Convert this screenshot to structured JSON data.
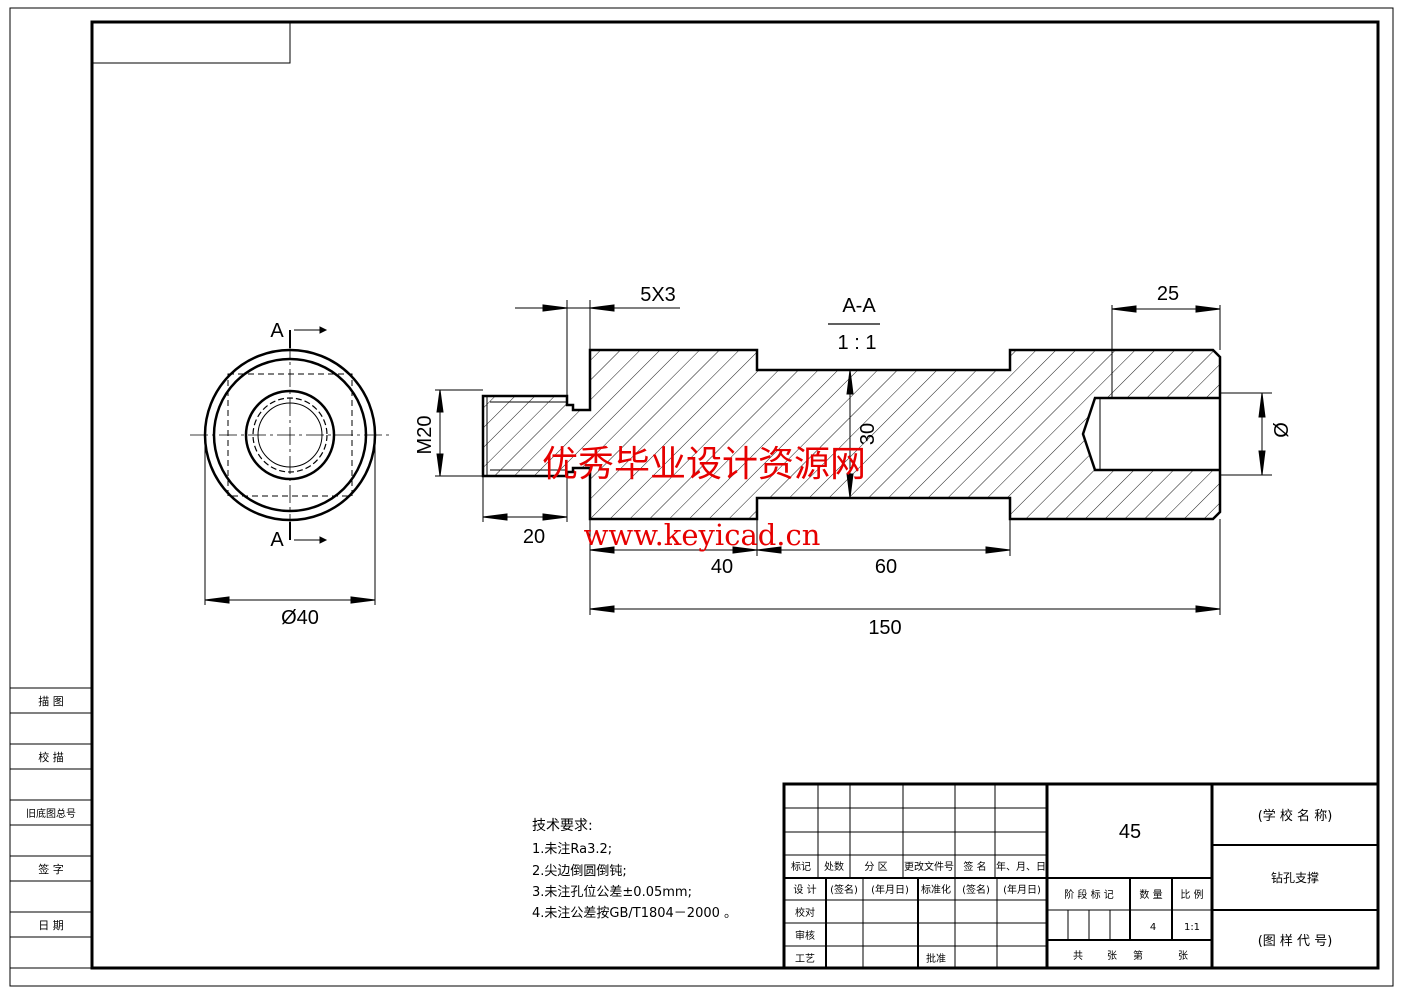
{
  "drawing": {
    "dims": {
      "groove": "5X3",
      "section_title": "A-A",
      "section_scale": "1 : 1",
      "thread": "M20",
      "thread_len": "20",
      "dia30": "30",
      "len40": "40",
      "len60": "60",
      "total": "150",
      "bore_depth": "25",
      "bore_dia": "Ø",
      "od": "Ø40",
      "section_mark_top": "A",
      "section_mark_bottom": "A"
    },
    "watermark": {
      "line1": "优秀毕业设计资源网",
      "line2": "www.keyicad.cn"
    },
    "tech_req": {
      "title": "技术要求:",
      "items": [
        "1.未注Ra3.2;",
        "2.尖边倒圆倒钝;",
        "3.未注孔位公差±0.05mm;",
        "4.未注公差按GB/T1804－2000 。"
      ]
    },
    "side_panel": [
      "描 图",
      "校 描",
      "旧底图总号",
      "签 字",
      "日 期"
    ],
    "title_block": {
      "header_row": [
        "标记",
        "处数",
        "分 区",
        "更改文件号",
        "签 名",
        "年、月、日"
      ],
      "row_design": [
        "设 计",
        "(签名)",
        "(年月日)",
        "标准化",
        "(签名)",
        "(年月日)"
      ],
      "row_check": "校对",
      "row_review": "审核",
      "row_process": "工艺",
      "approve": "批准",
      "material": "45",
      "stage_label": "阶 段 标 记",
      "weight_label": "数 量",
      "scale_label": "比 例",
      "quantity": "4",
      "scale": "1:1",
      "sheets": [
        "共",
        "张",
        "第",
        "张"
      ],
      "school": "(学 校 名 称)",
      "part_name": "钻孔支撑",
      "drawing_no": "(图 样 代 号)"
    },
    "colors": {
      "watermark": "#e60000",
      "line": "#000000"
    }
  }
}
